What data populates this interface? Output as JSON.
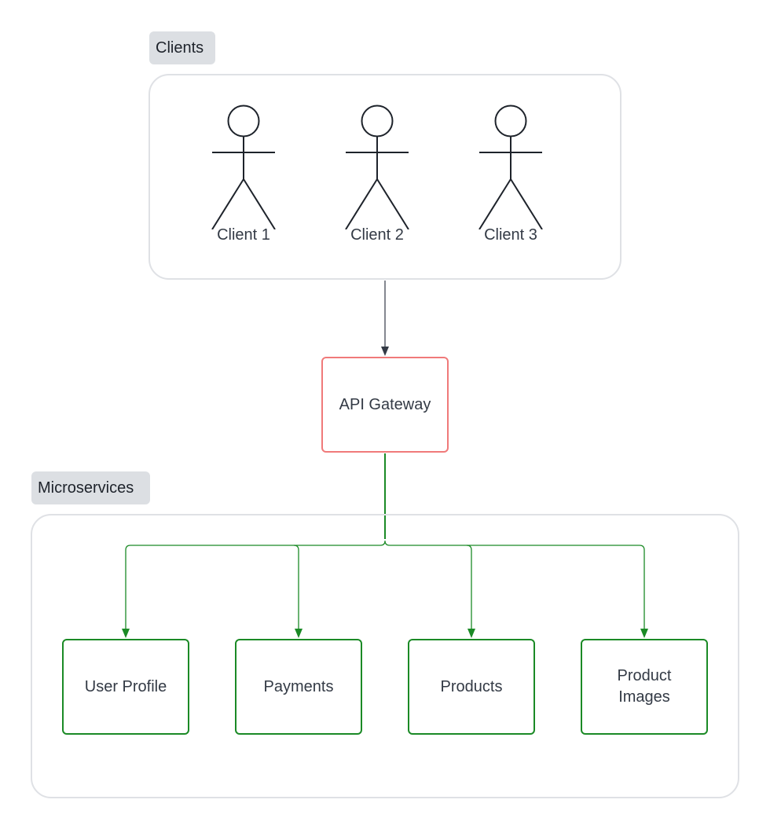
{
  "clients_group": {
    "label": "Clients",
    "actors": [
      {
        "label": "Client 1"
      },
      {
        "label": "Client 2"
      },
      {
        "label": "Client 3"
      }
    ]
  },
  "gateway": {
    "label": "API Gateway",
    "border_color": "#f07a7a"
  },
  "microservices_group": {
    "label": "Microservices",
    "services": [
      {
        "label": "User Profile"
      },
      {
        "label": "Payments"
      },
      {
        "label": "Products"
      },
      {
        "label": "Product Images"
      }
    ]
  },
  "colors": {
    "client_arrow": "#333a45",
    "service_arrows": "#1b8a26",
    "group_border": "#dfe1e5",
    "label_background": "#dcdfe3"
  }
}
